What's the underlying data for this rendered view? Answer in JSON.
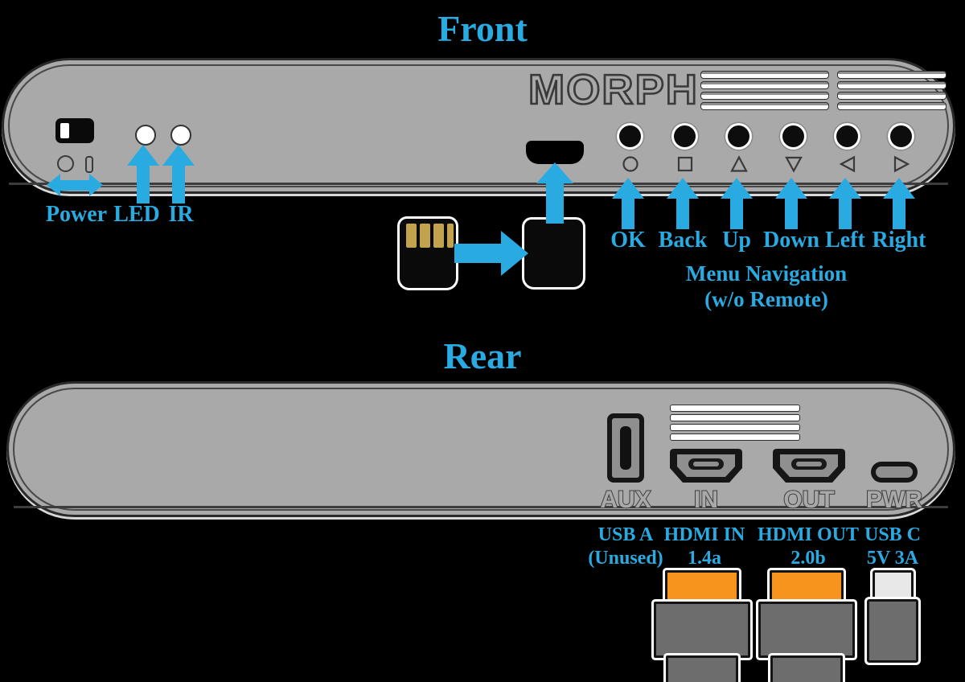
{
  "colors": {
    "accent_blue": "#29ABE2",
    "device_gray": "#A9A9A9",
    "outline_dark": "#2a2a2a",
    "hdmi_orange": "#F7941D",
    "background": "#000000"
  },
  "front": {
    "title": "Front",
    "logo": "MORPH",
    "power_label": "Power",
    "led_label": "LED",
    "ir_label": "IR",
    "buttons": [
      {
        "label": "OK",
        "symbol": "circle"
      },
      {
        "label": "Back",
        "symbol": "square"
      },
      {
        "label": "Up",
        "symbol": "triangle-up"
      },
      {
        "label": "Down",
        "symbol": "triangle-down"
      },
      {
        "label": "Left",
        "symbol": "triangle-left"
      },
      {
        "label": "Right",
        "symbol": "triangle-right"
      }
    ],
    "menu_nav_line1": "Menu Navigation",
    "menu_nav_line2": "(w/o Remote)"
  },
  "rear": {
    "title": "Rear",
    "port_labels": {
      "usb_a": "AUX",
      "hdmi_in": "IN",
      "hdmi_out": "OUT",
      "usb_c": "PWR"
    },
    "captions": {
      "usb_a_line1": "USB A",
      "usb_a_line2": "(Unused)",
      "hdmi_in_line1": "HDMI IN",
      "hdmi_in_line2": "1.4a",
      "hdmi_out_line1": "HDMI OUT",
      "hdmi_out_line2": "2.0b",
      "usb_c_line1": "USB C",
      "usb_c_line2": "5V 3A"
    }
  }
}
